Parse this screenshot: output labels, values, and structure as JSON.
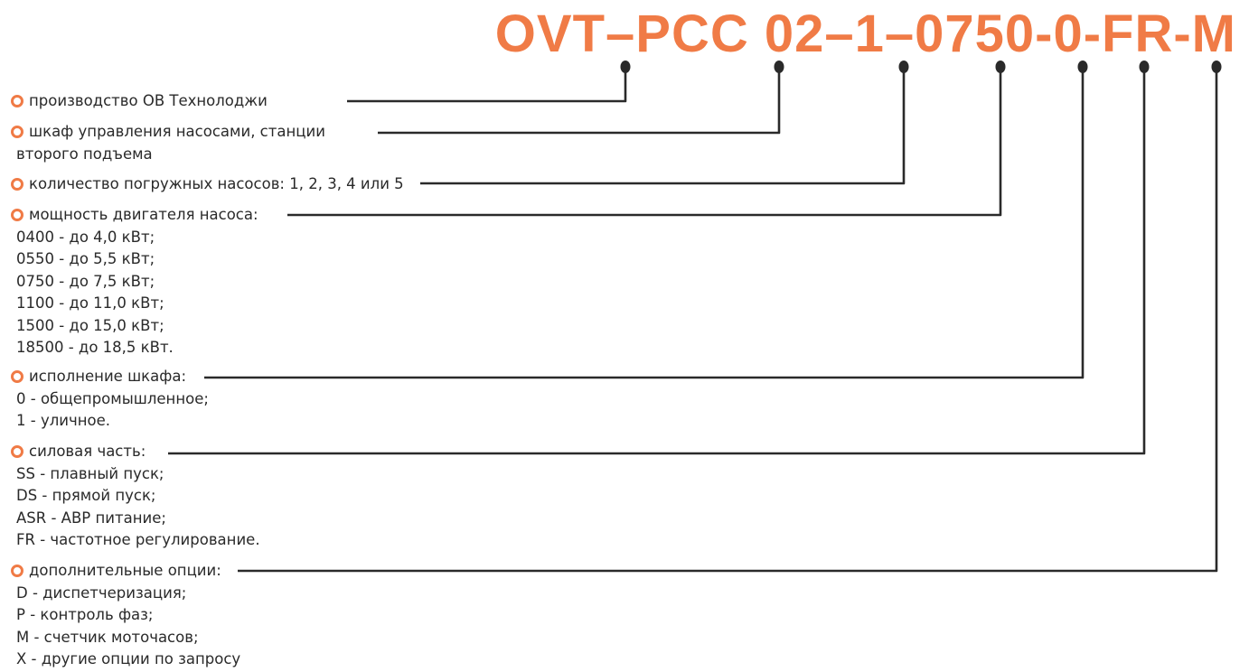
{
  "header": {
    "model_code": "OVT–PCC 02–1–0750-0-FR-M"
  },
  "colors": {
    "accent": "#f07b46",
    "line": "#2a2a2a"
  },
  "icons": {
    "bullet": "orange-ring-bullet-icon",
    "connector_end": "filled-dot-icon"
  },
  "entries": [
    {
      "title": "производство ОВ Технолоджи",
      "title_cont": "",
      "details": []
    },
    {
      "title": "шкаф управления насосами, станции",
      "title_cont": "второго подъема",
      "details": []
    },
    {
      "title": "количество погружных насосов: 1, 2, 3, 4 или 5",
      "title_cont": "",
      "details": []
    },
    {
      "title": "мощность двигателя насоса:",
      "title_cont": "",
      "details": [
        "0400 - до 4,0 кВт;",
        "0550 - до 5,5 кВт;",
        "0750 - до 7,5 кВт;",
        "1100 - до 11,0 кВт;",
        "1500 - до 15,0 кВт;",
        "18500 - до 18,5 кВт."
      ]
    },
    {
      "title": "исполнение шкафа:",
      "title_cont": "",
      "details": [
        "0 - общепромышленное;",
        "1 - уличное."
      ]
    },
    {
      "title": "силовая часть:",
      "title_cont": "",
      "details": [
        "SS - плавный пуск;",
        "DS - прямой пуск;",
        "ASR - АВР питание;",
        "FR - частотное регулирование."
      ]
    },
    {
      "title": "дополнительные опции:",
      "title_cont": "",
      "details": [
        "D - диспетчеризация;",
        "P - контроль фаз;",
        "M - счетчик моточасов;",
        "X - другие опции по запросу"
      ]
    }
  ]
}
